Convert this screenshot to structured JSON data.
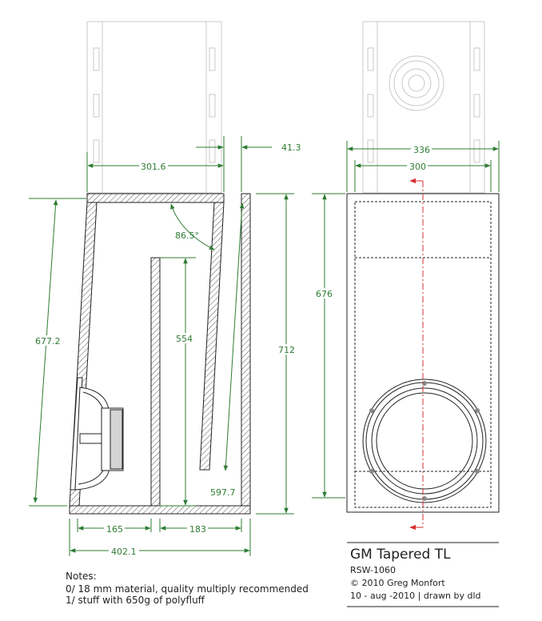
{
  "dimensions": {
    "top_width": "301.6",
    "top_offset": "41.3",
    "front_outer_width": "336",
    "front_inner_width": "300",
    "slant_angle": "86.5°",
    "slant_length": "677.2",
    "divider_height": "554",
    "total_height": "712",
    "front_height": "676",
    "bottom_width": "597.7",
    "bottom_left": "165",
    "bottom_right": "183",
    "total_depth": "402.1"
  },
  "title": {
    "name": "GM  Tapered TL",
    "model": "RSW-1060",
    "copyright": "© 2010 Greg Monfort",
    "date": "10 - aug -2010 | drawn by dld"
  },
  "notes": {
    "heading": "Notes:",
    "line1": "0/ 18 mm material, quality multiply recommended",
    "line2": "1/ stuff with 650g of polyfluff"
  },
  "colors": {
    "outline": "#222222",
    "dimension": "#2e7d32",
    "centerline": "#d32f2f",
    "faint": "#c8c8c8"
  }
}
